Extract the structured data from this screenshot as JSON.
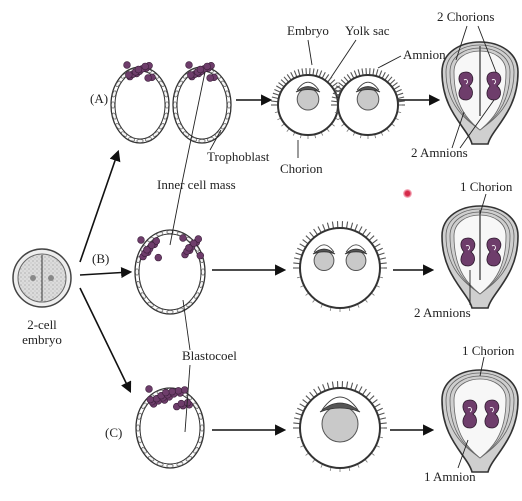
{
  "labels": {
    "row_a": "(A)",
    "row_b": "(B)",
    "row_c": "(C)",
    "embryo": "Embryo",
    "yolk_sac": "Yolk sac",
    "amnion": "Amnion",
    "trophoblast": "Trophoblast",
    "chorion": "Chorion",
    "inner_cell_mass": "Inner cell mass",
    "blastocoel": "Blastocoel",
    "two_cell_line1": "2-cell",
    "two_cell_line2": "embryo",
    "two_chorions": "2 Chorions",
    "two_amnions_a": "2 Amnions",
    "one_chorion_b": "1 Chorion",
    "two_amnions_b": "2 Amnions",
    "one_chorion_c": "1 Chorion",
    "one_amnion": "1 Amnion"
  },
  "colors": {
    "outline": "#333333",
    "cell_mass": "#6e3d6b",
    "yolk": "#c9c9c9",
    "embryo_dark": "#555555",
    "uterus": "#cfcfcf",
    "background": "#ffffff"
  }
}
